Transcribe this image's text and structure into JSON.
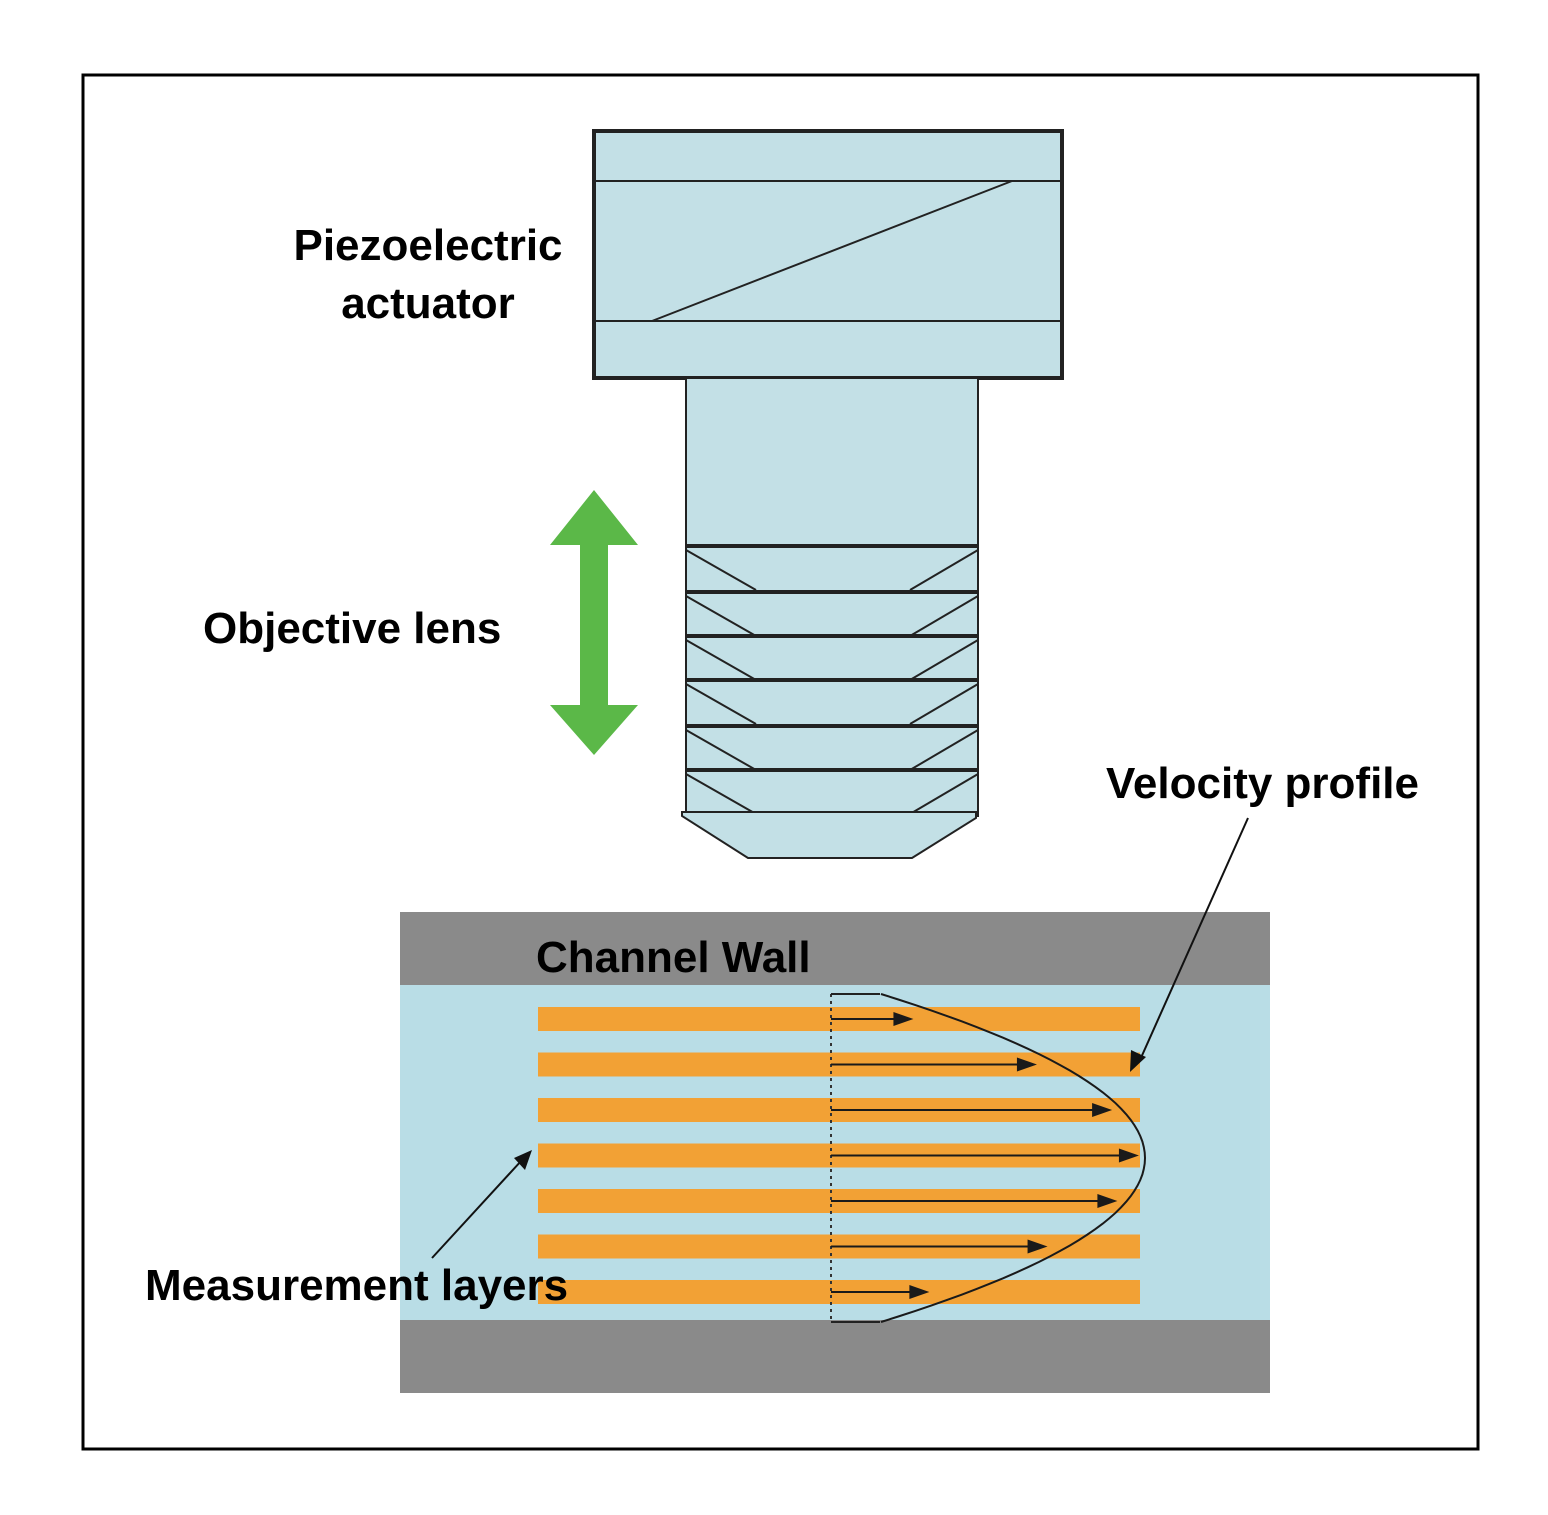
{
  "labels": {
    "piezo_line1": "Piezoelectric",
    "piezo_line2": "actuator",
    "objective_lens": "Objective lens",
    "velocity_profile": "Velocity profile",
    "channel_wall": "Channel Wall",
    "measurement_layers": "Measurement layers"
  },
  "colors": {
    "frame": "#000000",
    "component_fill": "#c3e0e6",
    "component_stroke": "#222222",
    "channel_wall": "#8a8a8a",
    "fluid": "#b9dde6",
    "layer_band": "#f2a135",
    "arrow_green": "#5bb848",
    "profile_line": "#1a1a1a"
  },
  "icons": {
    "motion_arrow": "double-headed-vertical-arrow"
  },
  "measurement_layer_count": 7,
  "profile_shape": "parabolic"
}
